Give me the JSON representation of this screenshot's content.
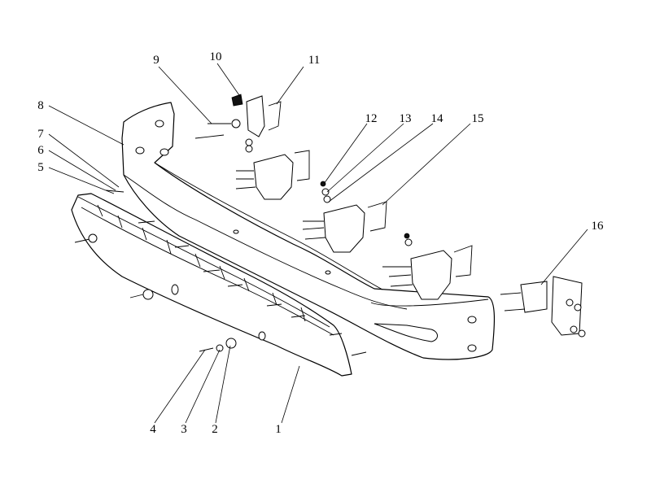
{
  "callouts": [
    {
      "id": "1",
      "label": "1"
    },
    {
      "id": "2",
      "label": "2"
    },
    {
      "id": "3",
      "label": "3"
    },
    {
      "id": "4",
      "label": "4"
    },
    {
      "id": "5",
      "label": "5"
    },
    {
      "id": "6",
      "label": "6"
    },
    {
      "id": "7",
      "label": "7"
    },
    {
      "id": "8",
      "label": "8"
    },
    {
      "id": "9",
      "label": "9"
    },
    {
      "id": "10",
      "label": "10"
    },
    {
      "id": "11",
      "label": "11"
    },
    {
      "id": "12",
      "label": "12"
    },
    {
      "id": "13",
      "label": "13"
    },
    {
      "id": "14",
      "label": "14"
    },
    {
      "id": "15",
      "label": "15"
    },
    {
      "id": "16",
      "label": "16"
    }
  ]
}
